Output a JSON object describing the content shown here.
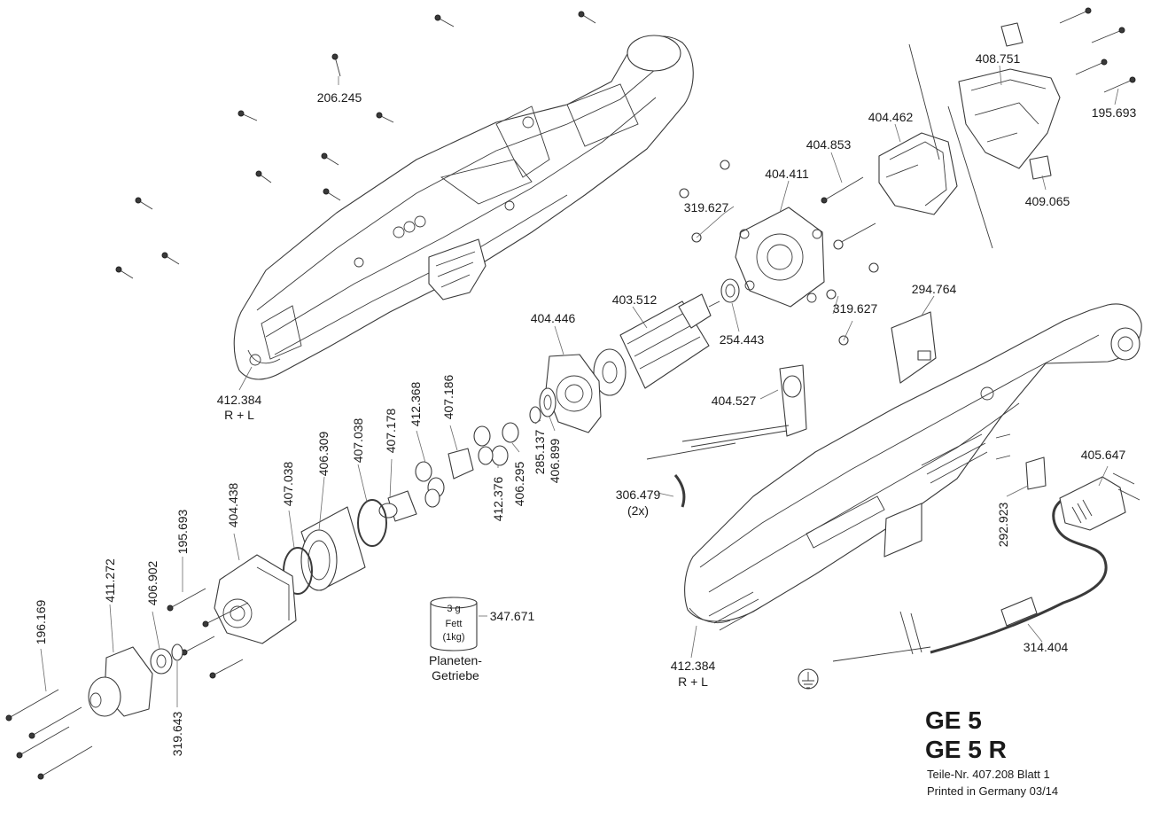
{
  "labels": {
    "l206245": "206.245",
    "l412384a": "412.384",
    "l412384a_sub": "R + L",
    "l408751": "408.751",
    "l195693a": "195.693",
    "l404462": "404.462",
    "l404853": "404.853",
    "l404411": "404.411",
    "l319627a": "319.627",
    "l409065": "409.065",
    "l294764": "294.764",
    "l319627b": "319.627",
    "l254443": "254.443",
    "l403512": "403.512",
    "l404446": "404.446",
    "l404527": "404.527",
    "l407186": "407.186",
    "l412368": "412.368",
    "l407178": "407.178",
    "l407038a": "407.038",
    "l406309": "406.309",
    "l407038b": "407.038",
    "l404438": "404.438",
    "l195693b": "195.693",
    "l406902": "406.902",
    "l411272": "411.272",
    "l196169": "196.169",
    "l319643": "319.643",
    "l412376": "412.376",
    "l406295": "406.295",
    "l285137": "285.137",
    "l406899": "406.899",
    "l306479": "306.479",
    "l306479_sub": "(2x)",
    "l347671": "347.671",
    "l405647": "405.647",
    "l292923": "292.923",
    "l314404": "314.404",
    "l412384b": "412.384",
    "l412384b_sub": "R + L"
  },
  "grease": {
    "amount": "3 g",
    "name": "Fett",
    "pack": "(1kg)",
    "caption_line1": "Planeten-",
    "caption_line2": "Getriebe"
  },
  "title_block": {
    "model1": "GE 5",
    "model2": "GE 5 R",
    "part_no": "Teile-Nr. 407.208  Blatt 1",
    "printed": "Printed in Germany 03/14"
  }
}
